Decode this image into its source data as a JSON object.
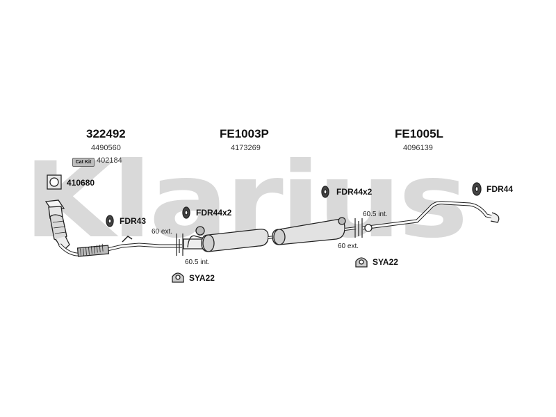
{
  "watermark": "Klarius",
  "groups": [
    {
      "part_number": "322492",
      "oe_number": "4490560"
    },
    {
      "part_number": "FE1003P",
      "oe_number": "4173269"
    },
    {
      "part_number": "FE1005L",
      "oe_number": "4096139"
    }
  ],
  "cat_kit": {
    "badge": "Cat Kit",
    "number": "402184"
  },
  "gasket": {
    "number": "410680"
  },
  "fittings": {
    "fdr43": "FDR43",
    "fdr44x2_front": "FDR44x2",
    "fdr44x2_rear": "FDR44x2",
    "fdr44": "FDR44",
    "sya22_front": "SYA22",
    "sya22_rear": "SYA22"
  },
  "dimensions": {
    "front_ext": "60 ext.",
    "front_int": "60.5 int.",
    "rear_int": "60.5 int.",
    "rear_ext": "60 ext."
  }
}
